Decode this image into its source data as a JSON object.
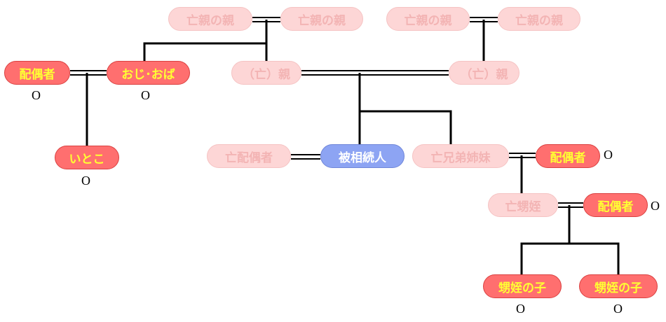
{
  "nodes": [
    {
      "id": "gp1",
      "label": "亡親の親",
      "style": "faded"
    },
    {
      "id": "gp2",
      "label": "亡親の親",
      "style": "faded"
    },
    {
      "id": "gp3",
      "label": "亡親の親",
      "style": "faded"
    },
    {
      "id": "gp4",
      "label": "亡親の親",
      "style": "faded"
    },
    {
      "id": "uncle_spouse",
      "label": "配偶者",
      "style": "active",
      "mark": "O"
    },
    {
      "id": "uncle",
      "label": "おじ･おば",
      "style": "active",
      "mark": "O"
    },
    {
      "id": "parent1",
      "label": "（亡）親",
      "style": "faded"
    },
    {
      "id": "parent2",
      "label": "（亡）親",
      "style": "faded"
    },
    {
      "id": "cousin",
      "label": "いとこ",
      "style": "active",
      "mark": "O"
    },
    {
      "id": "dec_spouse",
      "label": "亡配偶者",
      "style": "faded"
    },
    {
      "id": "deceased",
      "label": "被相続人",
      "style": "self"
    },
    {
      "id": "sibling",
      "label": "亡兄弟姉妹",
      "style": "faded"
    },
    {
      "id": "sib_spouse",
      "label": "配偶者",
      "style": "active",
      "mark": "O"
    },
    {
      "id": "nephew",
      "label": "亡甥姪",
      "style": "faded"
    },
    {
      "id": "nephew_spouse",
      "label": "配偶者",
      "style": "active",
      "mark": "O"
    },
    {
      "id": "gn1",
      "label": "甥姪の子",
      "style": "active",
      "mark": "O"
    },
    {
      "id": "gn2",
      "label": "甥姪の子",
      "style": "active",
      "mark": "O"
    }
  ]
}
